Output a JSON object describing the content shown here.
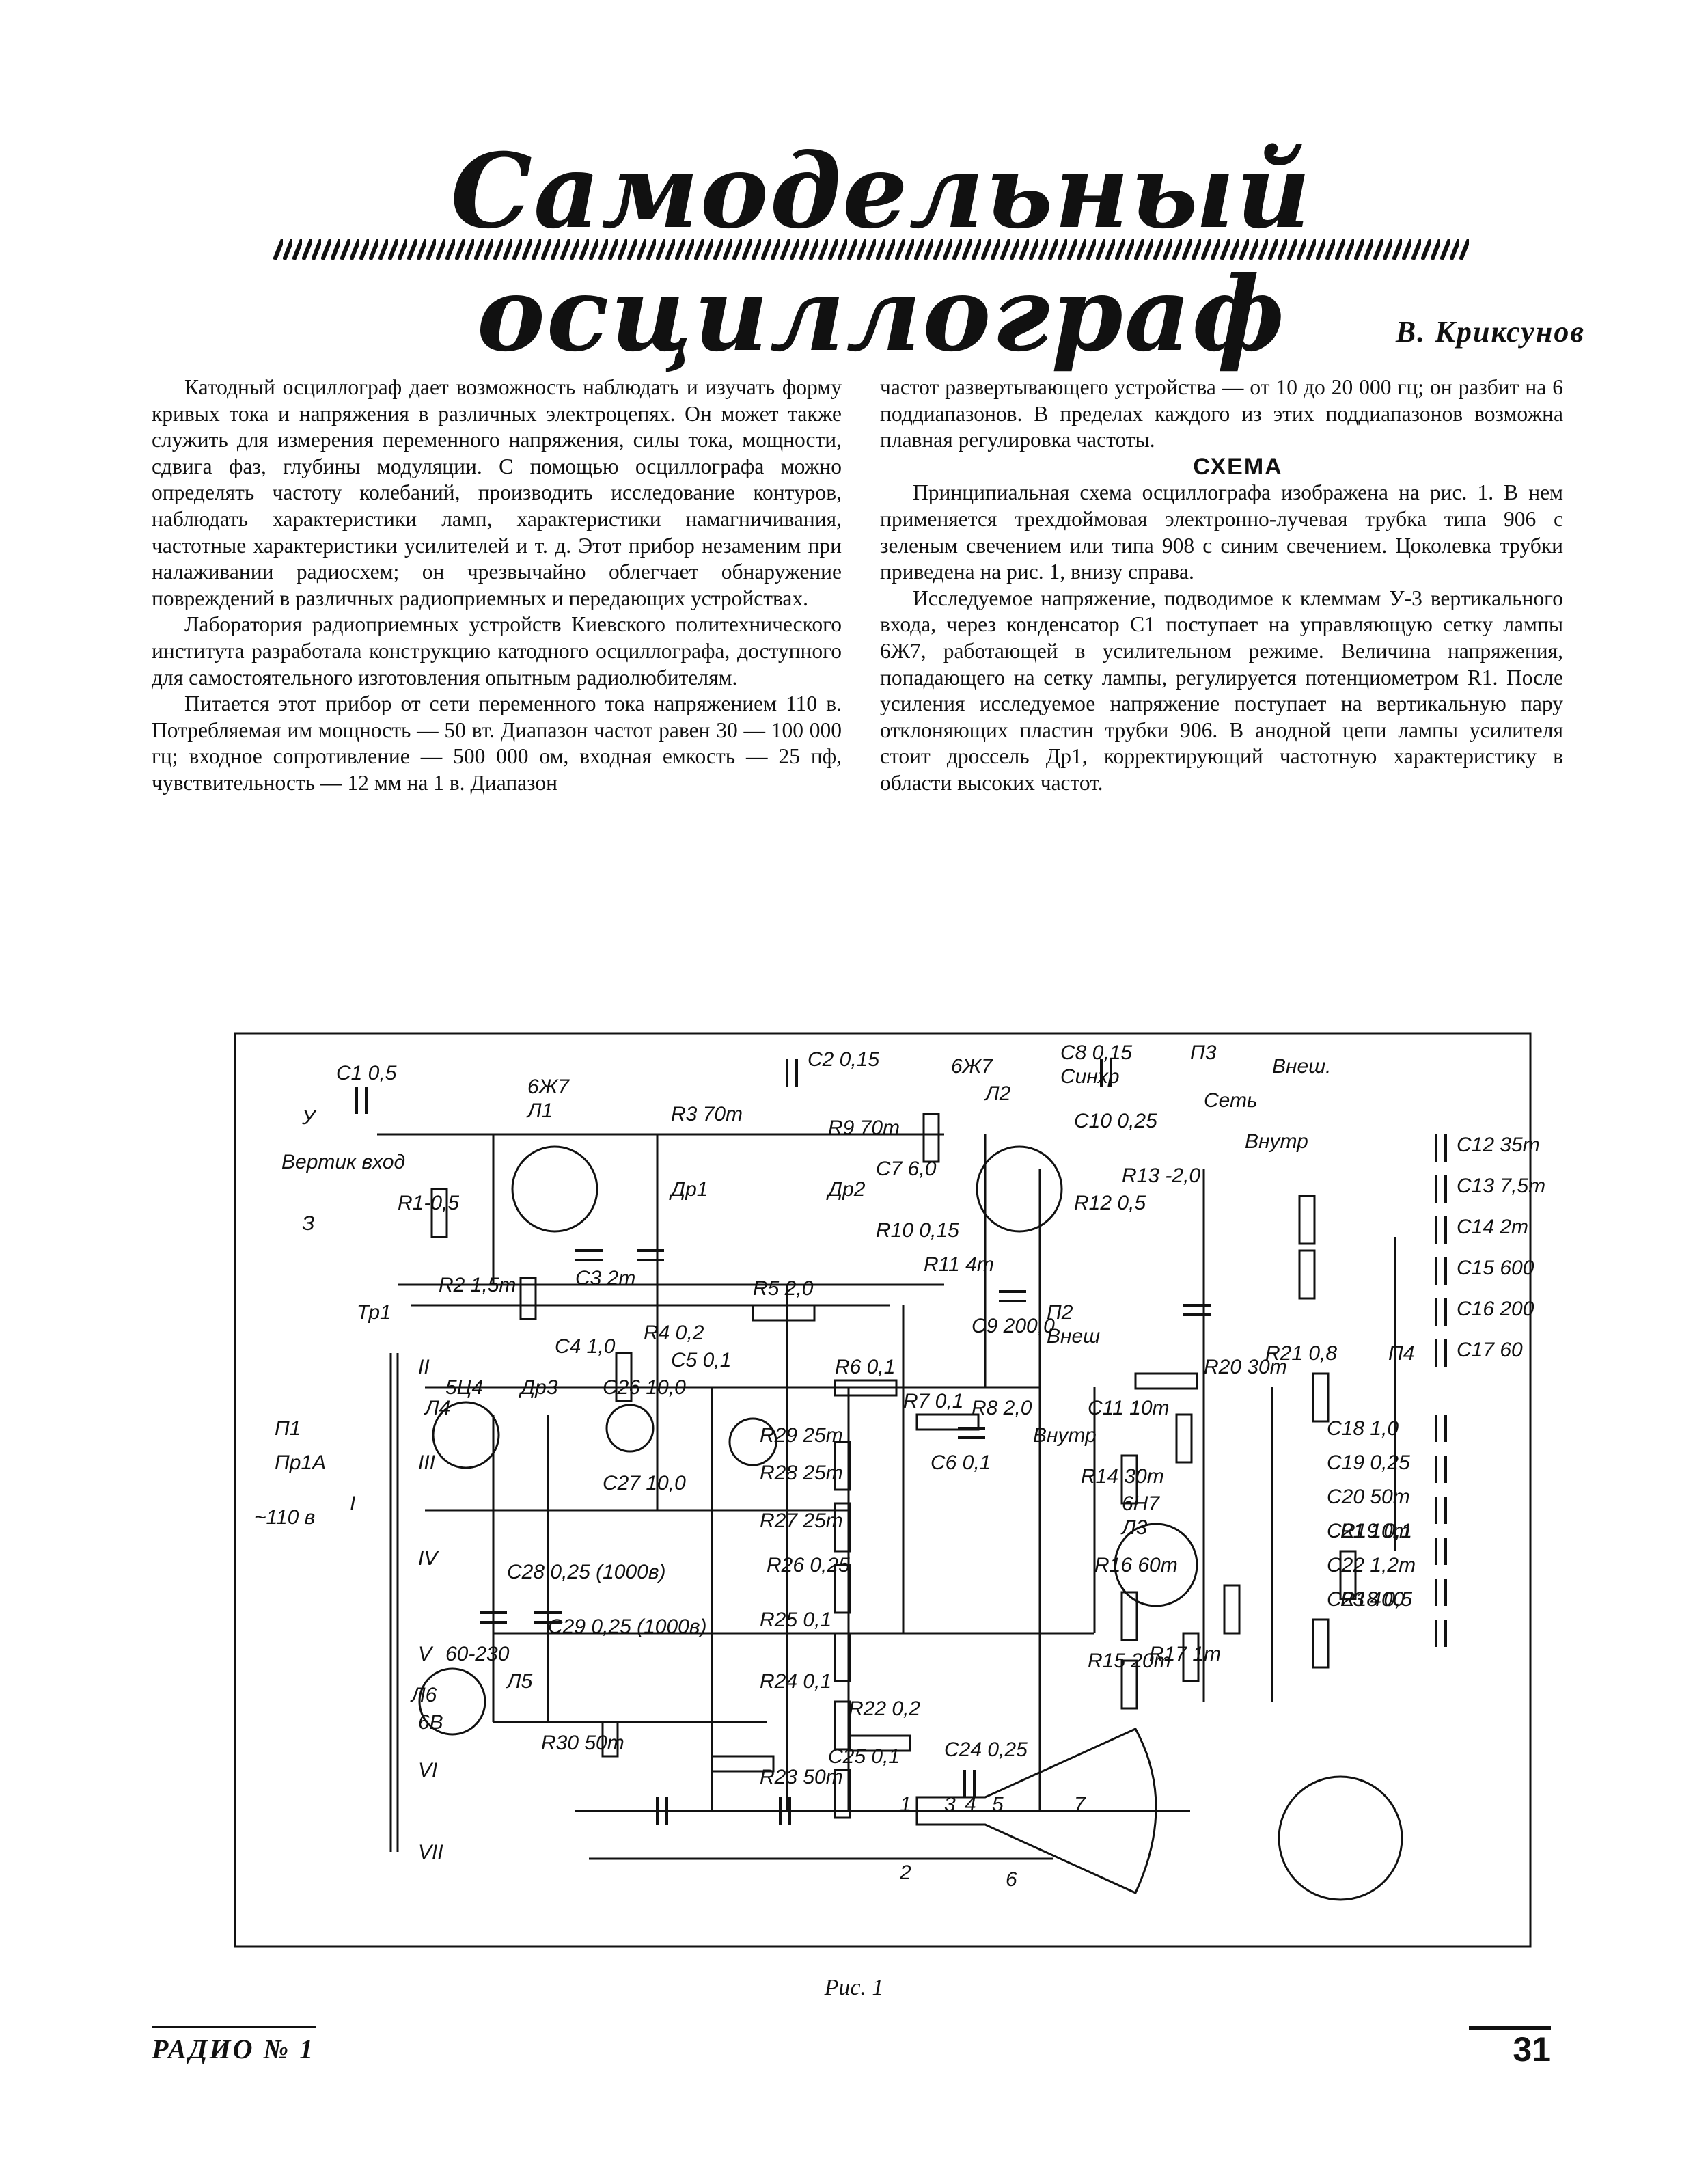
{
  "header": {
    "title": "Самодельный осциллограф",
    "author": "В. Криксунов"
  },
  "left_column": {
    "paragraphs": [
      "Катодный осциллограф дает возможность наблюдать и изучать форму кривых тока и напряжения в различных электроцепях. Он может также служить для измерения переменного напряжения, силы тока, мощности, сдвига фаз, глубины модуляции. С помощью осциллографа можно определять частоту колебаний, производить исследование контуров, наблюдать характеристики ламп, характеристики намагничивания, частотные характеристики усилителей и т. д. Этот прибор незаменим при налаживании радиосхем; он чрезвычайно облегчает обнаружение повреждений в различных радиоприемных и передающих устройствах.",
      "Лаборатория радиоприемных устройств Киевского политехнического института разработала конструкцию катодного осциллографа, доступного для самостоятельного изготовления опытным радиолюбителям.",
      "Питается этот прибор от сети переменного тока напряжением 110 в. Потребляемая им мощность — 50 вт. Диапазон частот равен 30 — 100 000 гц; входное сопротивление — 500 000 ом, входная емкость — 25 пф, чувствительность — 12 мм на 1 в. Диапазон"
    ]
  },
  "right_column": {
    "continuation": "частот развертывающего устройства — от 10 до 20 000 гц; он разбит на 6 поддиапазонов. В пределах каждого из этих поддиапазонов возможна плавная регулировка частоты.",
    "section_heading": "СХЕМА",
    "paragraphs": [
      "Принципиальная схема осциллографа изображена на рис. 1. В нем применяется трехдюймовая электронно-лучевая трубка типа 906 с зеленым свечением или типа 908 с синим свечением. Цоколевка трубки приведена на рис. 1, внизу справа.",
      "Исследуемое напряжение, подводимое к клеммам У-3 вертикального входа, через конденсатор C1 поступает на управляющую сетку лампы 6Ж7, работающей в усилительном режиме. Величина напряжения, попадающего на сетку лампы, регулируется потенциометром R1. После усиления исследуемое напряжение поступает на вертикальную пару отклоняющих пластин трубки 906. В анодной цепи лампы усилителя стоит дроссель Др1, корректирующий частотную характеристику в области высоких частот."
    ]
  },
  "figure": {
    "caption": "Рис. 1",
    "labels": {
      "input_y": "У",
      "input_ground": "З",
      "input_name": "Вертик вход",
      "c1": "C1 0,5",
      "r1": "R1-0,5",
      "tube1": "6Ж7",
      "l1": "Л1",
      "r2": "R2 1,5т",
      "c3": "C3 2т",
      "c2": "C2 0,15",
      "r3": "R3 70т",
      "dr1": "Др1",
      "tube2": "6Ж7",
      "l2": "Л2",
      "c8": "C8 0,15",
      "sync": "Синхр",
      "r9": "R9 70т",
      "dr2": "Др2",
      "c7": "C7 6,0",
      "r10": "R10 0,15",
      "r11": "R11 4т",
      "c9": "C9 200,0",
      "c10": "C10 0,25",
      "r12": "R12 0,5",
      "r13": "R13 -2,0",
      "p3": "П3",
      "ext_label": "Внеш.",
      "net_label": "Сеть",
      "inner": "Внутр",
      "c12": "C12 35т",
      "c13": "C13 7,5т",
      "c14": "C14 2т",
      "c15": "C15 600",
      "c16": "C16 200",
      "c17": "C17 60",
      "tr1": "Тр1",
      "c4": "C4 1,0",
      "r4": "R4 0,2",
      "r5": "R5 2,0",
      "c5": "C5 0,1",
      "r6": "R6 0,1",
      "p2": "П2",
      "vnesh": "Внеш",
      "vnutr": "Внутр",
      "c11": "C11 10т",
      "r20": "R20 30т",
      "r21": "R21 0,8",
      "p4": "П4",
      "w2": "II",
      "tube_rect": "5Ц4",
      "l4": "Л4",
      "dr3": "Др3",
      "c26": "C26 10,0",
      "r7": "R7 0,1",
      "r8": "R8 2,0",
      "c6": "C6 0,1",
      "r14": "R14 30т",
      "tube3": "6Н7",
      "l3": "Л3",
      "p1": "П1",
      "pr1a": "Пр1А",
      "w3": "III",
      "c27": "C27 10,0",
      "r29": "R29 25т",
      "r28": "R28 25т",
      "r27": "R27 25т",
      "c18": "C18 1,0",
      "c19": "C19 0,25",
      "c20": "C20 50т",
      "c21": "C21 10т",
      "c22": "C22 1,2т",
      "c23": "C23 400",
      "mains": "~110 в",
      "w1": "I",
      "w4": "IV",
      "c28": "C28 0,25 (1000в)",
      "r26": "R26 0,25",
      "r16": "R16 60т",
      "r19": "R19 0,1",
      "r18": "R18 0,5",
      "c29": "C29 0,25 (1000в)",
      "r25": "R25 0,1",
      "w5": "V",
      "v5": "60-230",
      "l5": "Л5",
      "l6": "Л6",
      "l6b": "6В",
      "r15": "R15 20т",
      "r17": "R17 1т",
      "r24": "R24 0,1",
      "r22": "R22 0,2",
      "r30": "R30 50т",
      "c25": "C25 0,1",
      "c24": "C24 0,25",
      "w6": "VI",
      "r23": "R23 50т",
      "w7": "VII",
      "pins": [
        "1",
        "2",
        "3",
        "4",
        "5",
        "6",
        "7"
      ]
    }
  },
  "footer": {
    "journal": "РАДИО № 1",
    "page_number": "31"
  }
}
